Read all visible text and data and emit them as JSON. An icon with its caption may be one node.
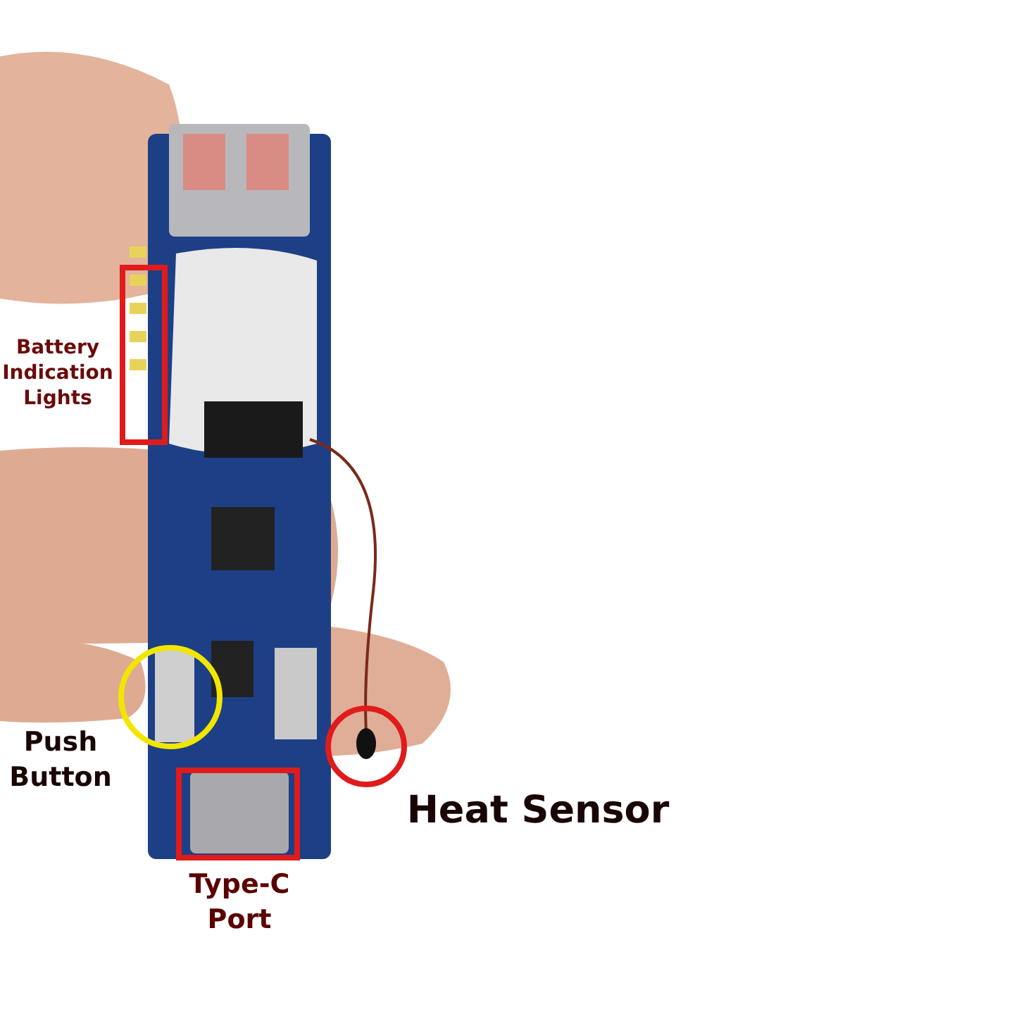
{
  "diagram": {
    "nodes": [
      {
        "text": [],
        "shape": "picture"
      },
      {
        "text": [],
        "shape": "box",
        "in": 0,
        "beside": [
          "Battery Indication Lights"
        ]
      },
      {
        "text": [],
        "shape": "circle",
        "in": 0,
        "beside": [
          "Push Button"
        ]
      },
      {
        "text": [],
        "shape": "circle",
        "in": 0,
        "beside": [
          "Heat Sensor"
        ]
      },
      {
        "text": [],
        "shape": "box",
        "in": 0,
        "beside": [
          "Type-C Port"
        ]
      }
    ]
  }
}
